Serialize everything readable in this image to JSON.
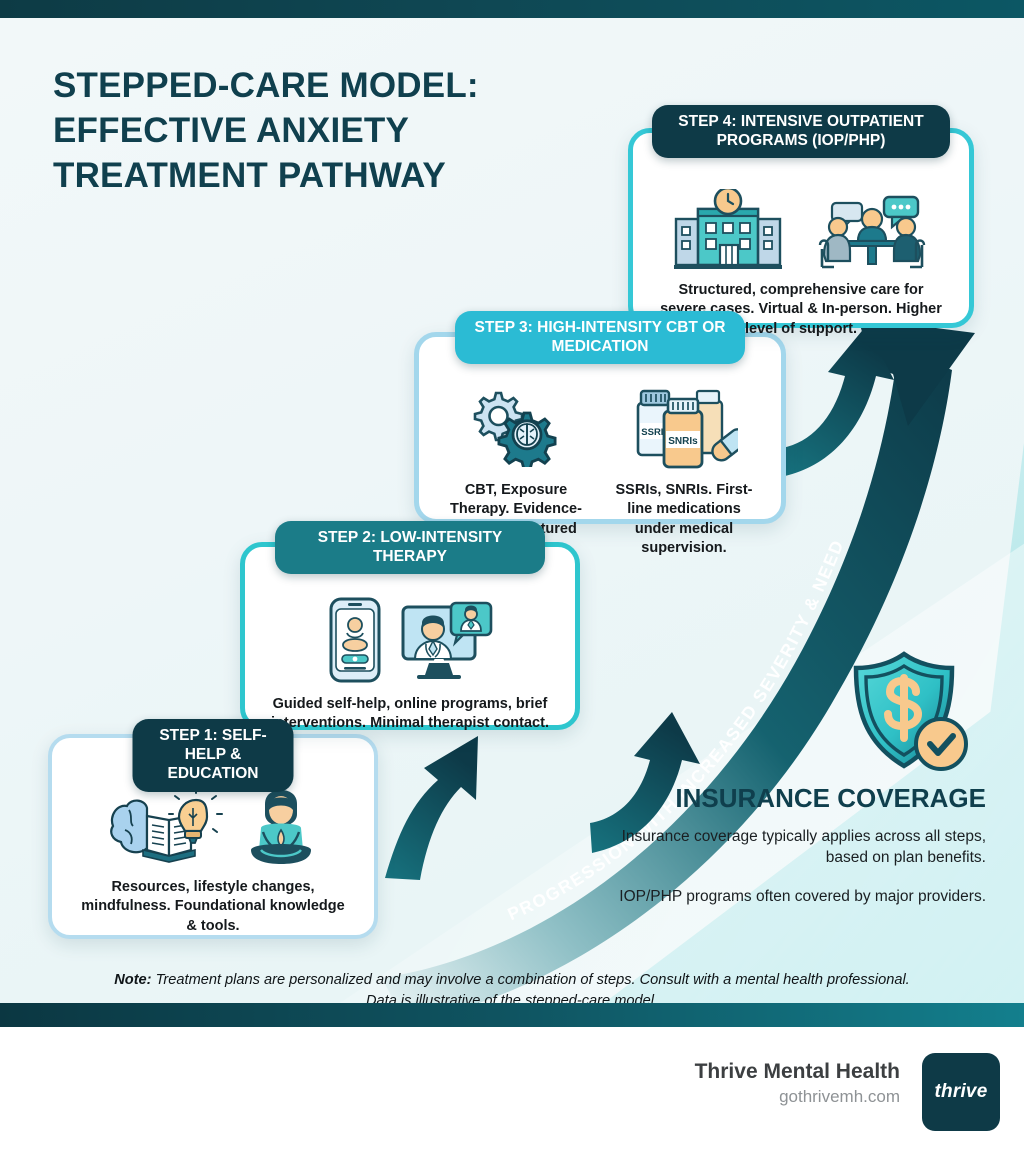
{
  "title": "STEPPED-CARE MODEL: EFFECTIVE ANXIETY TREATMENT PATHWAY",
  "progression_label": "PROGRESSION WITH INCREASED SEVERITY & NEED",
  "steps": [
    {
      "badge": "STEP 1: SELF-HELP & EDUCATION",
      "icons": [
        "brain-book-lightbulb-icon",
        "meditating-person-icon"
      ],
      "desc": "Resources, lifestyle changes, mindfulness. Foundational knowledge & tools."
    },
    {
      "badge": "STEP 2: LOW-INTENSITY THERAPY",
      "icons": [
        "smartphone-meditation-app-icon",
        "telehealth-video-call-icon"
      ],
      "desc": "Guided self-help, online programs, brief interventions. Minimal therapist contact."
    },
    {
      "badge": "STEP 3: HIGH-INTENSITY CBT OR MEDICATION",
      "icons": [
        "gears-brain-icon",
        "medication-bottles-icon"
      ],
      "desc_left": "CBT, Exposure Therapy. Evidence-based, structured therapy.",
      "desc_right": "SSRIs, SNRIs. First-line medications under medical supervision.",
      "bottle_labels": [
        "SSRIs",
        "SNRIs"
      ]
    },
    {
      "badge": "STEP 4: INTENSIVE OUTPATIENT PROGRAMS (IOP/PHP)",
      "icons": [
        "clinic-building-clock-icon",
        "group-therapy-session-icon"
      ],
      "desc": "Structured, comprehensive care for severe cases. Virtual & In-person. Higher level of support."
    }
  ],
  "insurance": {
    "icon": "shield-dollar-check-icon",
    "title": "INSURANCE COVERAGE",
    "paragraph1": "Insurance coverage typically applies across all steps, based on plan benefits.",
    "paragraph2": "IOP/PHP programs often covered by major providers."
  },
  "note": {
    "label": "Note:",
    "text": " Treatment plans are personalized and may involve a combination of steps. Consult with a mental health professional. Data is illustrative of the stepped-care model."
  },
  "footer": {
    "brand": "Thrive Mental Health",
    "url": "gothrivemh.com",
    "logo_text": "thrive"
  },
  "colors": {
    "dark_teal": "#0e3a47",
    "teal": "#1b7c88",
    "cyan": "#2bbbd4",
    "bright_cyan": "#35c8d6",
    "light_blue": "#b5dcef",
    "peach": "#f7c58a",
    "title_navy": "#10404e"
  }
}
